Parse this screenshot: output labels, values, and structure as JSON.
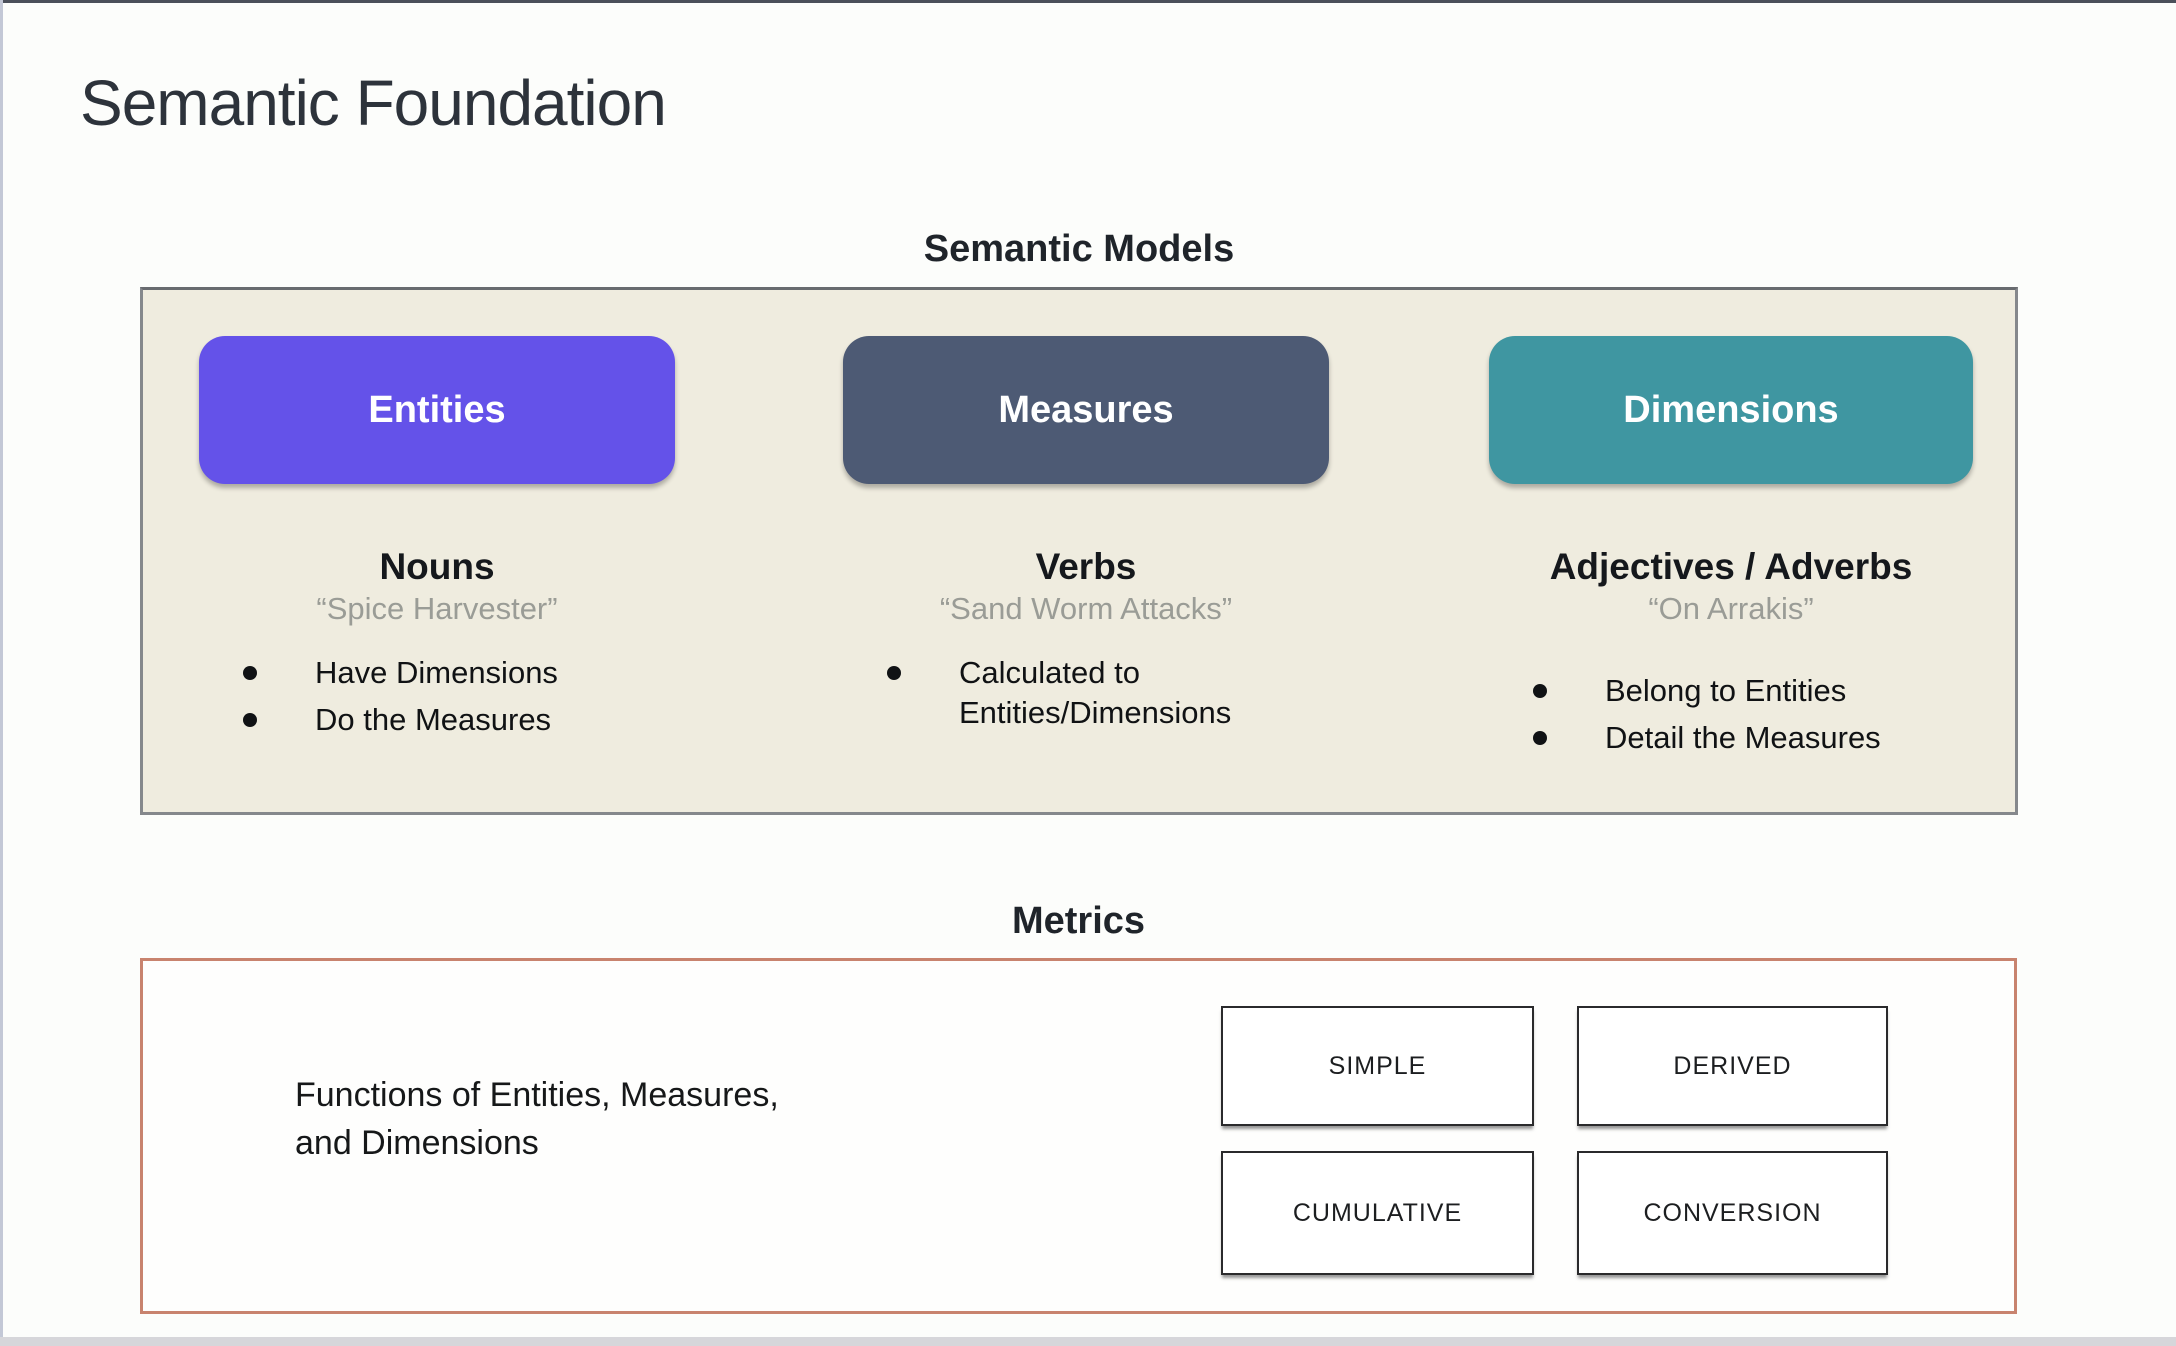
{
  "slide": {
    "title": "Semantic Foundation"
  },
  "semantic_models": {
    "heading": "Semantic Models",
    "panel_bg": "#efecdf",
    "columns": [
      {
        "button_label": "Entities",
        "button_color": "#6452e9",
        "part_of_speech": "Nouns",
        "example": "“Spice Harvester”",
        "bullets": [
          "Have Dimensions",
          "Do the Measures"
        ]
      },
      {
        "button_label": "Measures",
        "button_color": "#4d5a74",
        "part_of_speech": "Verbs",
        "example": "“Sand Worm Attacks”",
        "bullets": [
          "Calculated to Entities/Dimensions"
        ]
      },
      {
        "button_label": "Dimensions",
        "button_color": "#3f96a1",
        "part_of_speech": "Adjectives / Adverbs",
        "example": "“On Arrakis”",
        "bullets": [
          "Belong to Entities",
          "Detail the Measures"
        ]
      }
    ]
  },
  "metrics": {
    "heading": "Metrics",
    "border_color": "#c8836e",
    "description": "Functions of Entities, Measures,\nand Dimensions",
    "types": [
      "SIMPLE",
      "DERIVED",
      "CUMULATIVE",
      "CONVERSION"
    ]
  }
}
